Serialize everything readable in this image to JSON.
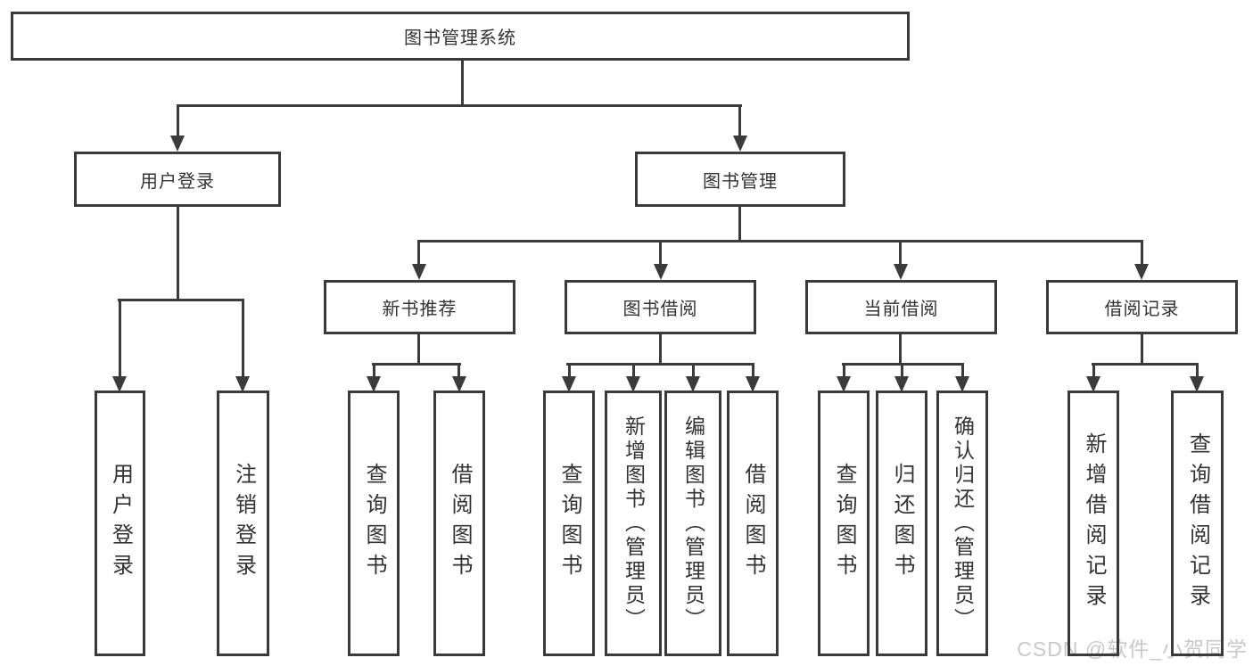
{
  "title": "图书管理系统",
  "level2": {
    "user_login": "用户登录",
    "book_mgmt": "图书管理"
  },
  "level3": {
    "new_book_rec": "新书推荐",
    "book_borrow": "图书借阅",
    "current_borrow": "当前借阅",
    "borrow_record": "借阅记录"
  },
  "leaves": {
    "user_login": "用户登录",
    "logout": "注销登录",
    "rec_query_books": "查询图书",
    "rec_borrow_books": "借阅图书",
    "bor_query_books": "查询图书",
    "bor_add_book_admin": "新增图书（管理员）",
    "bor_edit_book_admin": "编辑图书（管理员）",
    "bor_borrow_books": "借阅图书",
    "cur_query_books": "查询图书",
    "cur_return_books": "归还图书",
    "cur_confirm_return_admin": "确认归还（管理员）",
    "rec2_add_borrow_record": "新增借阅记录",
    "rec2_query_borrow_record": "查询借阅记录"
  },
  "watermark": "CSDN @软件_小贺同学",
  "colors": {
    "line": "#3b3b3b",
    "text": "#333333",
    "background": "#ffffff",
    "watermark": "#c9c9c9"
  }
}
